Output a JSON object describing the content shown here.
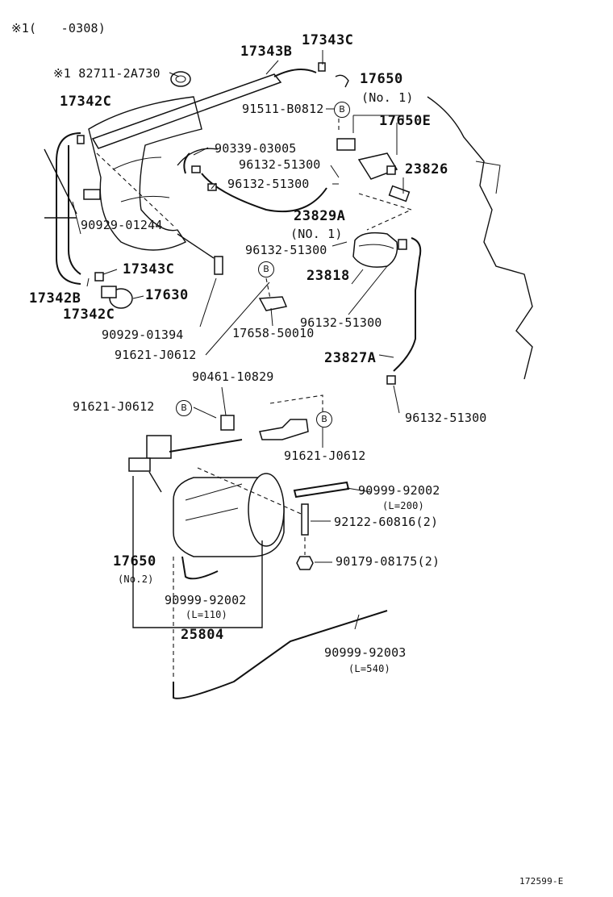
{
  "header": {
    "note": "※1(　　-0308)"
  },
  "footer": {
    "figure_code": "172599-E"
  },
  "callout_symbol": "B",
  "parts": [
    {
      "id": "p1",
      "text": "17343B",
      "style": "big"
    },
    {
      "id": "p2",
      "text": "17343C",
      "style": "big"
    },
    {
      "id": "p3",
      "text": "※1 82711-2A730",
      "style": "normal"
    },
    {
      "id": "p4",
      "text": "17650",
      "style": "big"
    },
    {
      "id": "p5",
      "text": "(No. 1)",
      "style": "normal"
    },
    {
      "id": "p6",
      "text": "17342C",
      "style": "big"
    },
    {
      "id": "p7",
      "text": "91511-B0812",
      "style": "normal"
    },
    {
      "id": "p8",
      "text": "17650E",
      "style": "big"
    },
    {
      "id": "p9",
      "text": "90339-03005",
      "style": "normal"
    },
    {
      "id": "p10",
      "text": "96132-51300",
      "style": "normal"
    },
    {
      "id": "p11",
      "text": "23826",
      "style": "big"
    },
    {
      "id": "p12",
      "text": "96132-51300",
      "style": "normal"
    },
    {
      "id": "p13",
      "text": "23829A",
      "style": "big"
    },
    {
      "id": "p14",
      "text": "(NO. 1)",
      "style": "normal"
    },
    {
      "id": "p15",
      "text": "90929-01244",
      "style": "normal"
    },
    {
      "id": "p16",
      "text": "96132-51300",
      "style": "normal"
    },
    {
      "id": "p17",
      "text": "17343C",
      "style": "big"
    },
    {
      "id": "p18",
      "text": "23818",
      "style": "big"
    },
    {
      "id": "p19",
      "text": "17342B",
      "style": "big"
    },
    {
      "id": "p20",
      "text": "17630",
      "style": "big"
    },
    {
      "id": "p21",
      "text": "17342C",
      "style": "big"
    },
    {
      "id": "p22",
      "text": "96132-51300",
      "style": "normal"
    },
    {
      "id": "p23",
      "text": "90929-01394",
      "style": "normal"
    },
    {
      "id": "p24",
      "text": "17658-50010",
      "style": "normal"
    },
    {
      "id": "p25",
      "text": "91621-J0612",
      "style": "normal"
    },
    {
      "id": "p26",
      "text": "23827A",
      "style": "big"
    },
    {
      "id": "p27",
      "text": "90461-10829",
      "style": "normal"
    },
    {
      "id": "p28",
      "text": "91621-J0612",
      "style": "normal"
    },
    {
      "id": "p29",
      "text": "96132-51300",
      "style": "normal"
    },
    {
      "id": "p30",
      "text": "91621-J0612",
      "style": "normal"
    },
    {
      "id": "p31",
      "text": "90999-92002",
      "style": "normal"
    },
    {
      "id": "p32",
      "text": "(L=200)",
      "style": "small"
    },
    {
      "id": "p33",
      "text": "92122-60816(2)",
      "style": "normal"
    },
    {
      "id": "p34",
      "text": "17650",
      "style": "big"
    },
    {
      "id": "p35",
      "text": "(No.2)",
      "style": "small"
    },
    {
      "id": "p36",
      "text": "90179-08175(2)",
      "style": "normal"
    },
    {
      "id": "p37",
      "text": "90999-92002",
      "style": "normal"
    },
    {
      "id": "p38",
      "text": "(L=110)",
      "style": "small"
    },
    {
      "id": "p39",
      "text": "25804",
      "style": "big"
    },
    {
      "id": "p40",
      "text": "90999-92003",
      "style": "normal"
    },
    {
      "id": "p41",
      "text": "(L=540)",
      "style": "small"
    }
  ]
}
